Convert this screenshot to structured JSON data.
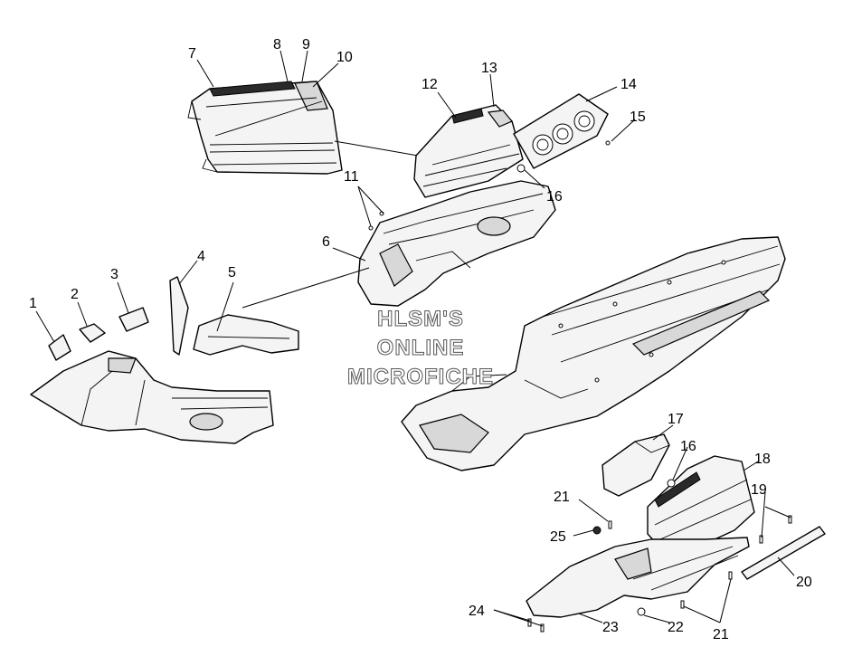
{
  "callouts": {
    "c1": "1",
    "c2": "2",
    "c3": "3",
    "c4": "4",
    "c5": "5",
    "c6": "6",
    "c7": "7",
    "c8": "8",
    "c9": "9",
    "c10": "10",
    "c11": "11",
    "c12": "12",
    "c13": "13",
    "c14": "14",
    "c15": "15",
    "c16a": "16",
    "c16b": "16",
    "c17": "17",
    "c18": "18",
    "c19": "19",
    "c20": "20",
    "c21a": "21",
    "c21b": "21",
    "c22": "22",
    "c23": "23",
    "c24": "24",
    "c25": "25"
  },
  "watermark": {
    "line1": "HLSM'S",
    "line2": "ONLINE",
    "line3": "MICROFICHE"
  }
}
